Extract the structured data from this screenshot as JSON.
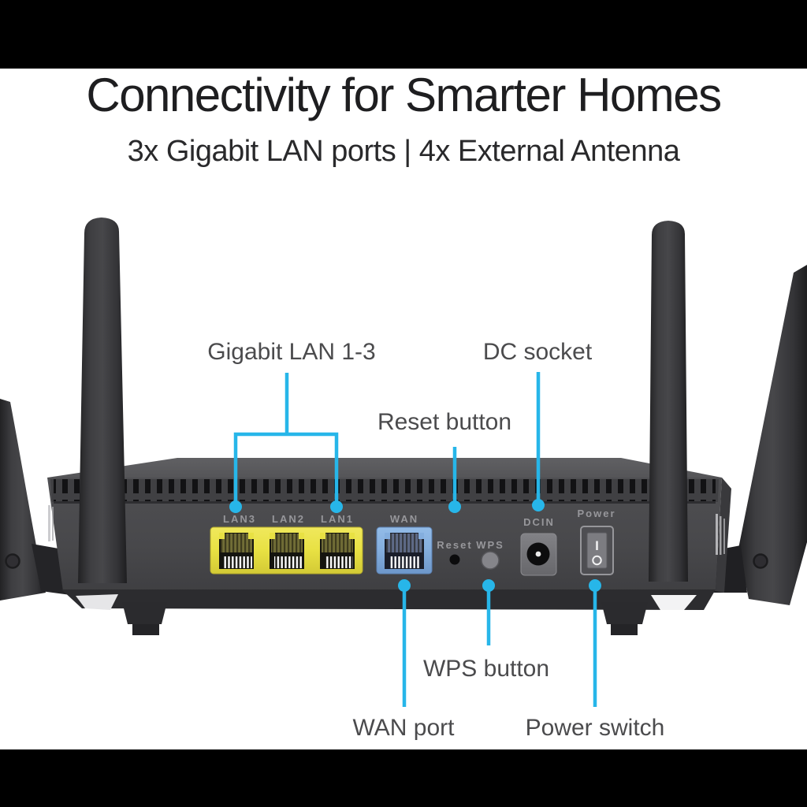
{
  "header": {
    "title": "Connectivity for Smarter Homes",
    "subtitle": "3x Gigabit LAN ports | 4x External Antenna"
  },
  "callouts": {
    "gigabit_lan": "Gigabit LAN 1-3",
    "dc_socket": "DC socket",
    "reset_button": "Reset button",
    "wps_button": "WPS button",
    "wan_port": "WAN port",
    "power_switch": "Power switch"
  },
  "device_labels": {
    "lan3": "LAN3",
    "lan2": "LAN2",
    "lan1": "LAN1",
    "wan": "WAN",
    "reset": "Reset",
    "wps": "WPS",
    "dcin": "DCIN",
    "power": "Power",
    "power_on": "I",
    "power_off": "O"
  },
  "colors": {
    "accent_cyan": "#27b6e9",
    "lan_port_yellow": "#e8e143",
    "wan_port_blue": "#84aede",
    "panel_gray": "#4a4a4e",
    "letterbox_black": "#000000",
    "background_white": "#ffffff",
    "callout_text_gray": "#4b4b4d"
  }
}
